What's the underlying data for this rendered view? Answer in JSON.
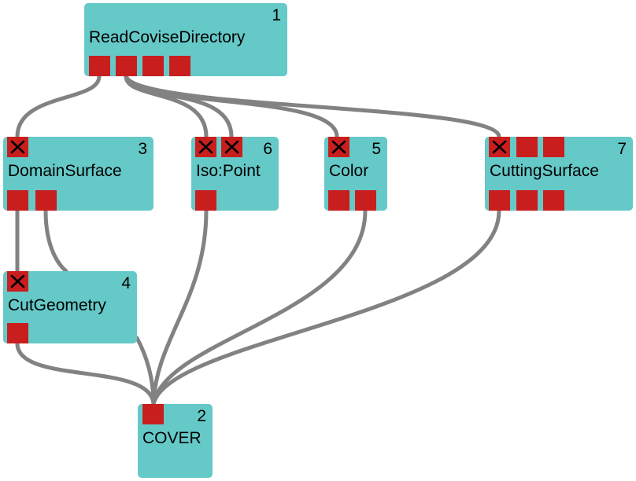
{
  "modules": {
    "read_covise_directory": {
      "title": "ReadCoviseDirectory",
      "number": "1"
    },
    "domain_surface": {
      "title": "DomainSurface",
      "number": "3"
    },
    "iso_point": {
      "title": "Iso:Point",
      "number": "6"
    },
    "color": {
      "title": "Color",
      "number": "5"
    },
    "cutting_surface": {
      "title": "CuttingSurface",
      "number": "7"
    },
    "cut_geometry": {
      "title": "CutGeometry",
      "number": "4"
    },
    "cover": {
      "title": "COVER",
      "number": "2"
    }
  },
  "icons": {
    "connected_input_port": "x-mark-icon"
  },
  "colors": {
    "module_background": "#65c9c8",
    "port": "#c91e1e",
    "connection": "#828282"
  }
}
